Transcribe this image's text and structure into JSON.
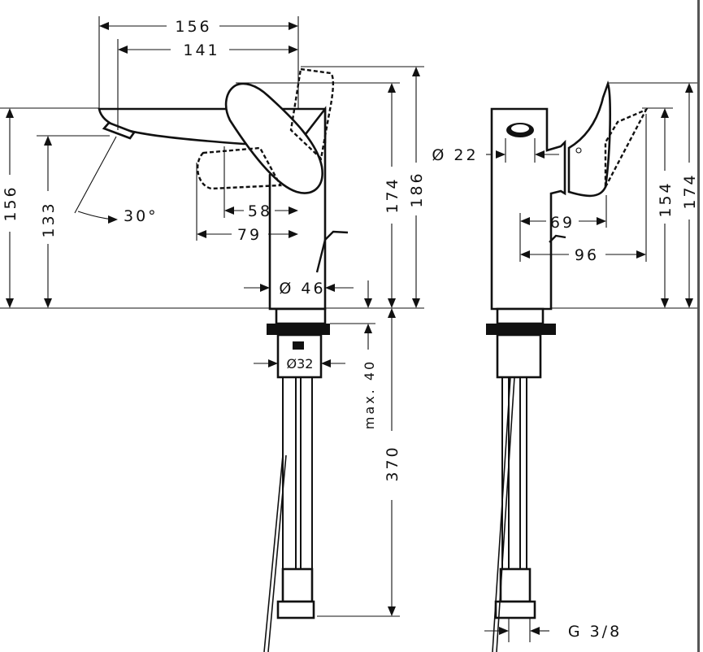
{
  "drawing": {
    "front": {
      "spout_length": "156",
      "spout_reach": "141",
      "height_total": "156",
      "spout_height": "133",
      "angle": "30°",
      "handle_swing_58": "58",
      "handle_swing_79": "79",
      "height_174": "174",
      "height_186": "186",
      "base_diameter": "Ø 46",
      "shank_diameter": "Ø32",
      "max_thickness": "max. 40",
      "hose_length": "370"
    },
    "side": {
      "outlet_diameter": "Ø 22",
      "handle_69": "69",
      "handle_96": "96",
      "height_154": "154",
      "height_174": "174",
      "thread": "G 3/8"
    }
  }
}
